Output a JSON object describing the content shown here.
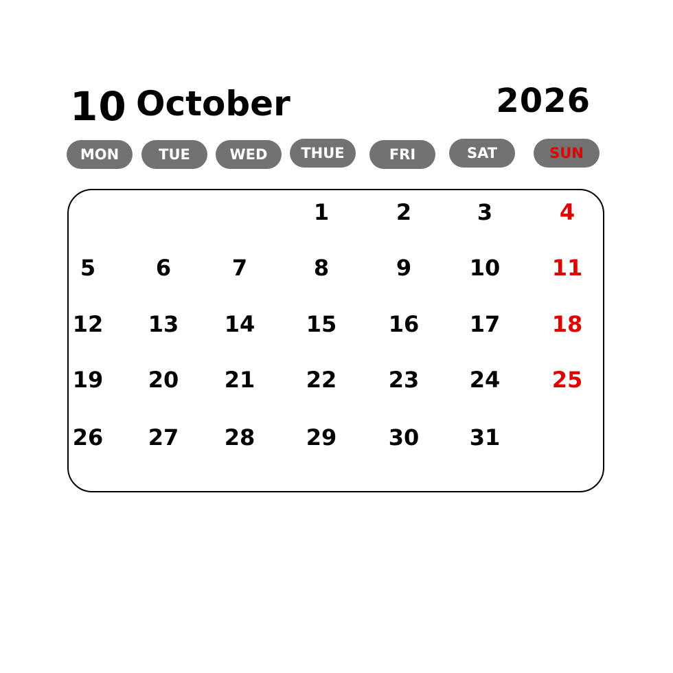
{
  "header": {
    "month_number": "10",
    "month_name": "October",
    "year": "2026"
  },
  "weekdays": [
    "MON",
    "TUE",
    "WED",
    "THUE",
    "FRI",
    "SAT",
    "SUN"
  ],
  "colors": {
    "pill_background": "#727272",
    "pill_text": "#ffffff",
    "sunday": "#e00000",
    "text": "#000000",
    "border": "#000000"
  },
  "weeks": [
    [
      "",
      "",
      "",
      "1",
      "2",
      "3",
      "4"
    ],
    [
      "5",
      "6",
      "7",
      "8",
      "9",
      "10",
      "11"
    ],
    [
      "12",
      "13",
      "14",
      "15",
      "16",
      "17",
      "18"
    ],
    [
      "19",
      "20",
      "21",
      "22",
      "23",
      "24",
      "25"
    ],
    [
      "26",
      "27",
      "28",
      "29",
      "30",
      "31",
      ""
    ]
  ]
}
